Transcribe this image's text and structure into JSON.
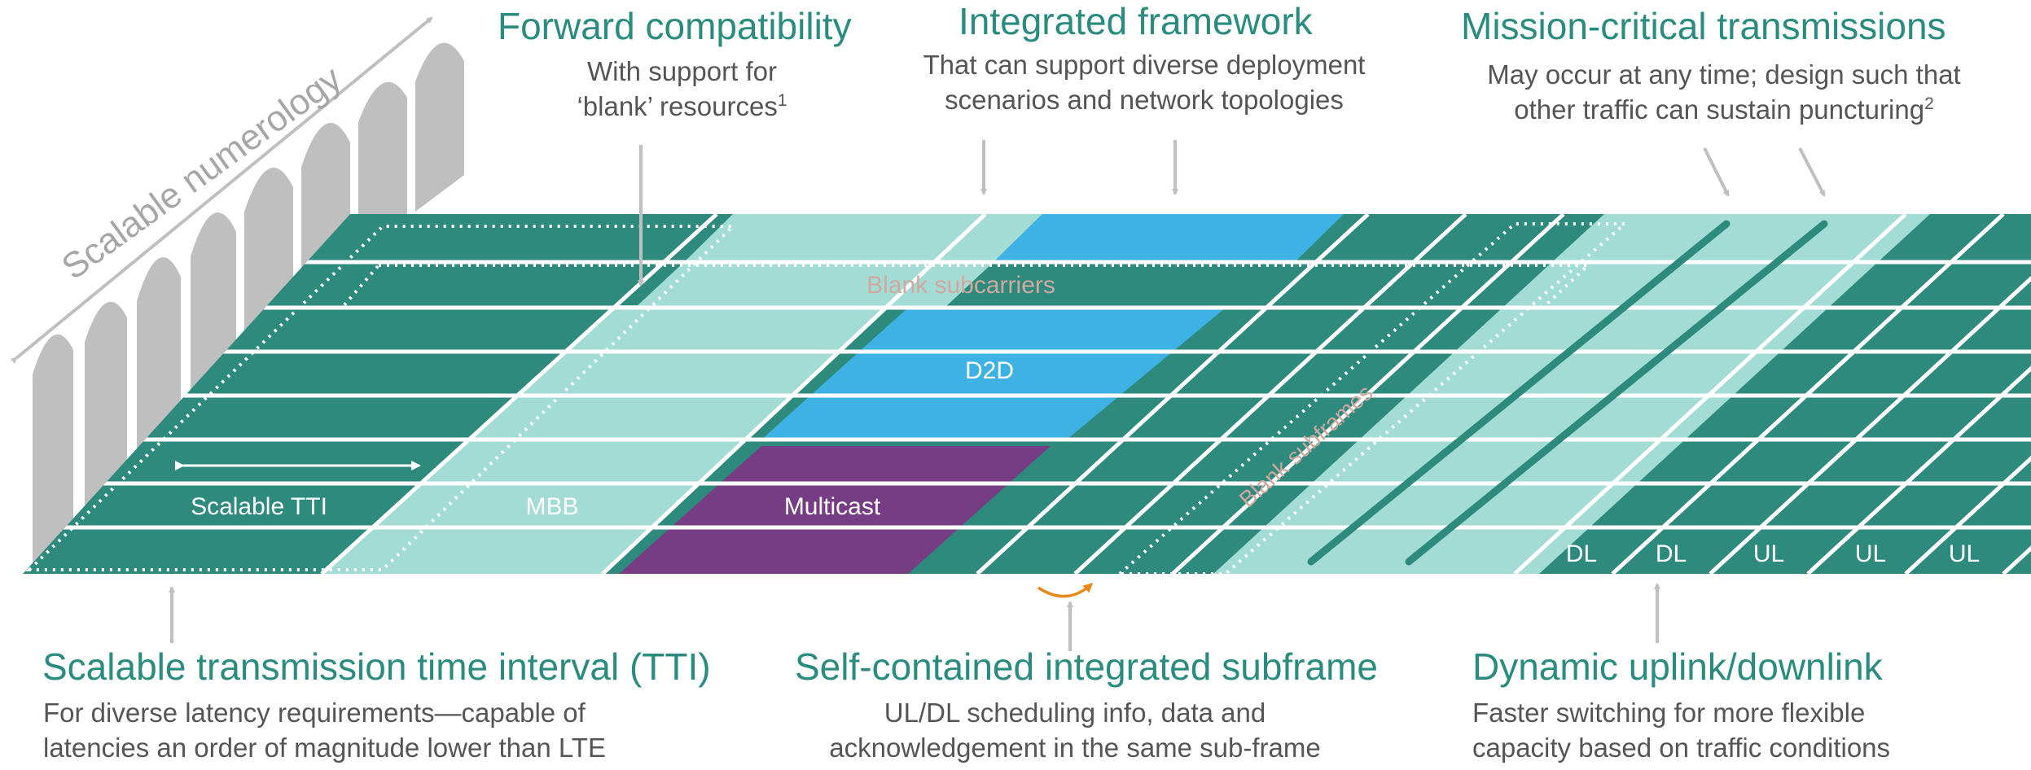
{
  "axis_label": "Scalable numerology",
  "top_callouts": {
    "forward": {
      "title": "Forward compatibility",
      "line1": "With support for",
      "line2_text": "‘blank’ resources",
      "line2_sup": "1"
    },
    "integrated": {
      "title": "Integrated framework",
      "line1": "That can support diverse deployment",
      "line2": "scenarios and network topologies"
    },
    "mission": {
      "title": "Mission-critical transmissions",
      "line1": "May occur at any time; design such that",
      "line2_text": "other traffic can sustain puncturing",
      "line2_sup": "2"
    }
  },
  "bottom_callouts": {
    "tti": {
      "title": "Scalable transmission time interval (TTI)",
      "line1": "For diverse latency requirements—capable of",
      "line2": "latencies an order of magnitude lower than LTE"
    },
    "subframe": {
      "title": "Self-contained integrated subframe",
      "line1": "UL/DL scheduling info, data and",
      "line2": "acknowledgement in the same sub-frame"
    },
    "dynamic": {
      "title": "Dynamic uplink/downlink",
      "line1": "Faster switching for more flexible",
      "line2": "capacity based on traffic conditions"
    }
  },
  "grid_labels": {
    "blank_subcarriers": "Blank subcarriers",
    "d2d": "D2D",
    "mbb": "MBB",
    "multicast": "Multicast",
    "blank_subframes": "Blank subframes",
    "scalable_tti": "Scalable TTI",
    "slot_labels": [
      "DL",
      "DL",
      "UL",
      "UL",
      "UL"
    ]
  },
  "colors": {
    "teal_dark": "#2e8a7c",
    "teal_light": "#a3dbd5",
    "blue": "#3eb1e5",
    "purple": "#773d84",
    "heading": "#2a8c7e",
    "text": "#555555",
    "grey": "#bfbfbf",
    "orange": "#e8891c"
  }
}
